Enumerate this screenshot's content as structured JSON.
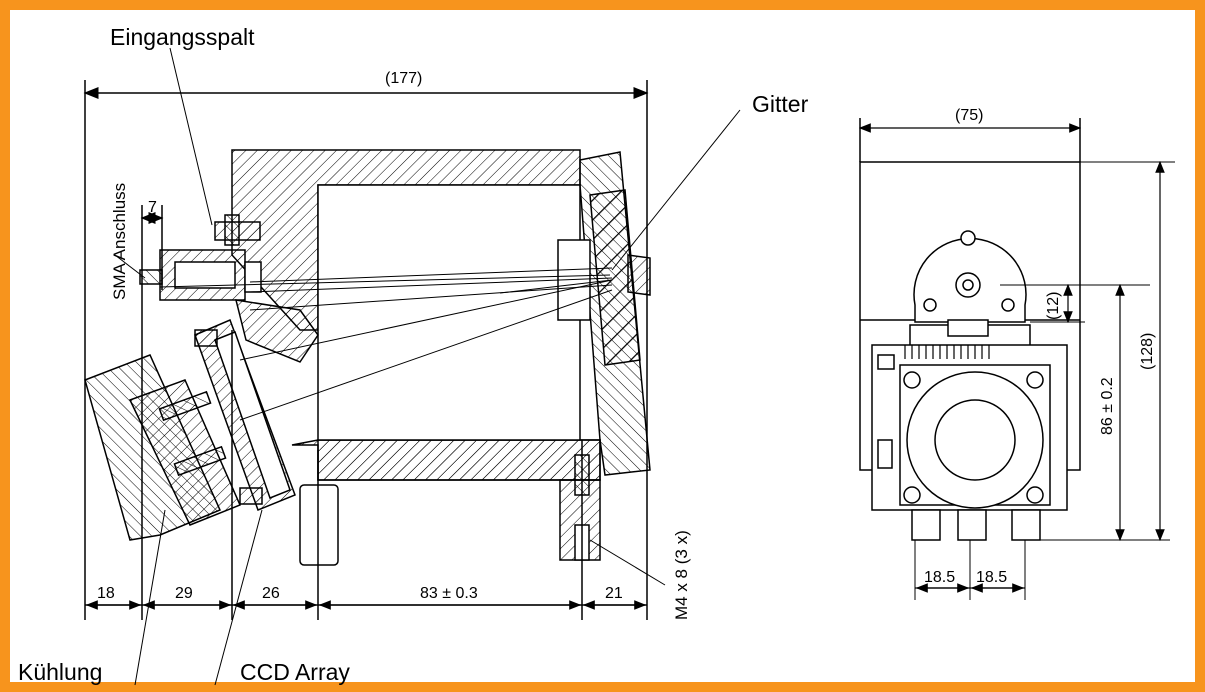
{
  "labels": {
    "eingangsspalt": "Eingangsspalt",
    "gitter": "Gitter",
    "sma_anschluss": "SMA Anschluss",
    "kuehlung": "Kühlung",
    "ccd_array": "CCD Array",
    "m4": "M4 x 8 (3 x)"
  },
  "dimensions": {
    "overall_width": "(177)",
    "side_width": "(75)",
    "sma_offset": "7",
    "d18": "18",
    "d29": "29",
    "d26": "26",
    "d83": "83 ± 0.3",
    "d21": "21",
    "height_12": "(12)",
    "height_86": "86 ± 0.2",
    "height_128": "(128)",
    "pitch_a": "18.5",
    "pitch_b": "18.5"
  },
  "colors": {
    "frame": "#f7941d",
    "line": "#000000"
  }
}
